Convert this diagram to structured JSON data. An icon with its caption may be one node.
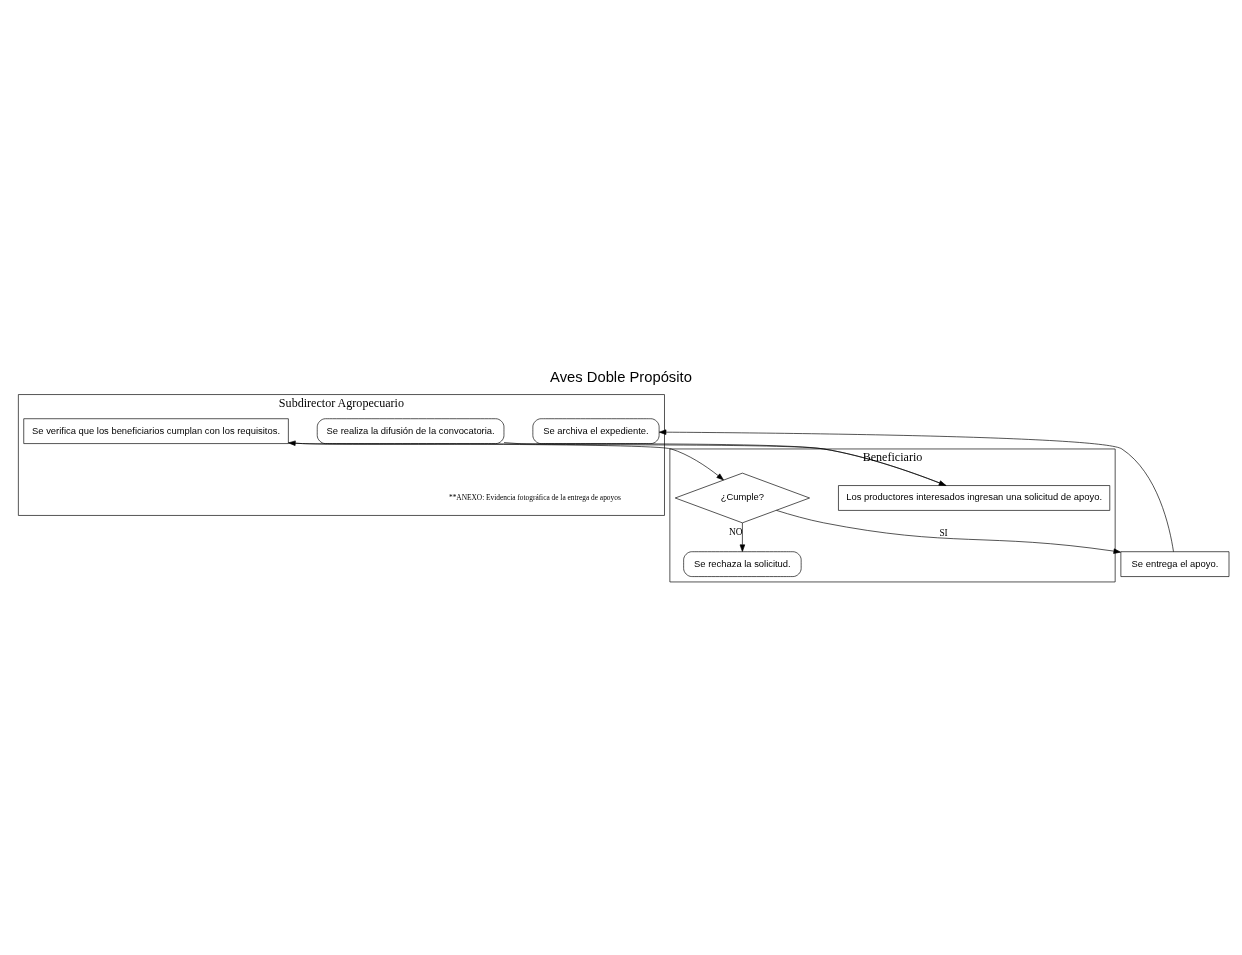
{
  "diagram": {
    "title": "Aves Doble Propósito",
    "nodes": [
      {
        "text": [
          "Subdirector Agropecuario"
        ]
      },
      {
        "text": [
          "Beneficiario"
        ]
      },
      {
        "text": [
          "Se realiza la difusión de la convocatoria."
        ],
        "in": 0
      },
      {
        "text": [
          "Los productores interesados ingresan una solicitud de apoyo."
        ],
        "in": 1
      },
      {
        "text": [
          "Se verifica que los beneficiarios cumplan con los requisitos."
        ],
        "in": 0
      },
      {
        "text": [
          "¿Cumple?"
        ],
        "in": 1
      },
      {
        "text": [
          "Se archiva el expediente."
        ],
        "in": 0
      },
      {
        "text": [
          "Se entrega el apoyo."
        ]
      },
      {
        "text": [
          "Se rechaza la solicitud."
        ],
        "in": 1
      }
    ],
    "edges": [
      {
        "from": 2,
        "to": 3,
        "arrow": "to"
      },
      {
        "from": 3,
        "to": 4,
        "arrow": "to"
      },
      {
        "from": 4,
        "to": 5,
        "arrow": "to"
      },
      {
        "from": 5,
        "to": 7,
        "arrow": "to",
        "label": "SI"
      },
      {
        "from": 5,
        "to": 8,
        "arrow": "to",
        "label": "NO"
      },
      {
        "from": 7,
        "to": 6,
        "arrow": "to"
      }
    ],
    "labels": [
      "**ANEXO: Evidencia fotográfica de la entrega de apoyos"
    ]
  }
}
